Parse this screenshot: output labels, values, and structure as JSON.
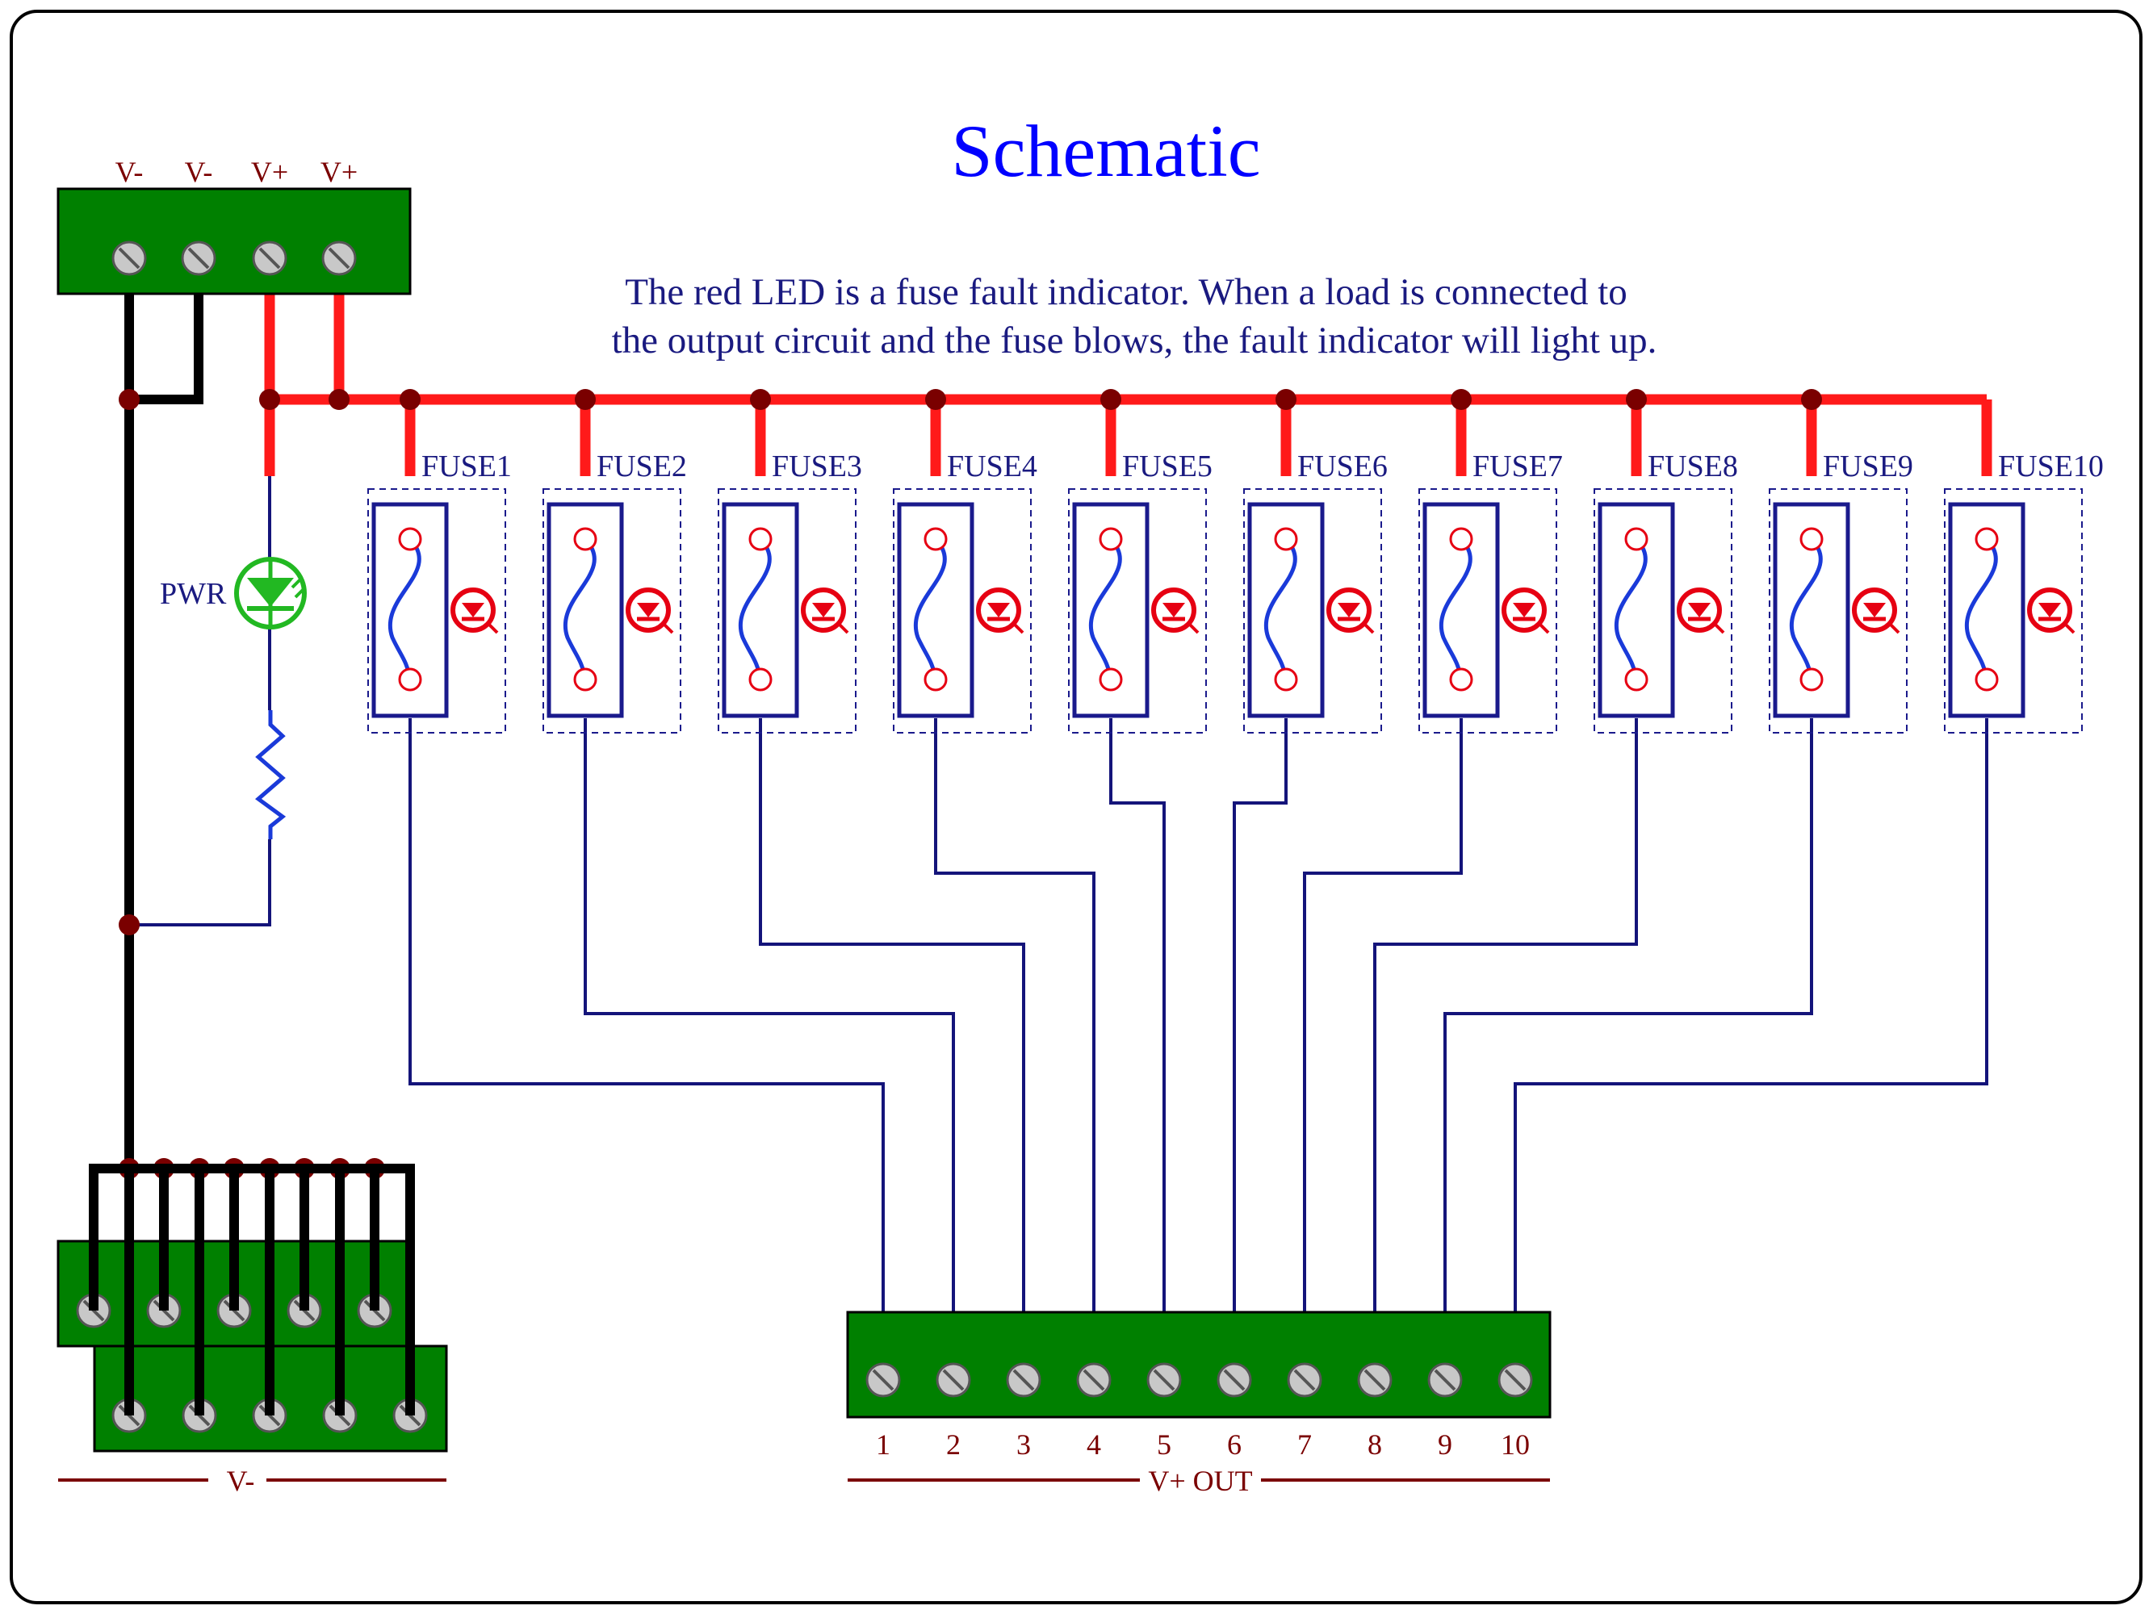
{
  "title": "Schematic",
  "description": [
    "The red LED is a fuse fault indicator. When a load is connected to",
    "the output circuit and the fuse blows, the fault indicator will light up."
  ],
  "input_terminal_labels": [
    "V-",
    "V-",
    "V+",
    "V+"
  ],
  "power_led_label": "PWR",
  "fuse_labels": [
    "FUSE1",
    "FUSE2",
    "FUSE3",
    "FUSE4",
    "FUSE5",
    "FUSE6",
    "FUSE7",
    "FUSE8",
    "FUSE9",
    "FUSE10"
  ],
  "output_terminal_numbers": [
    "1",
    "2",
    "3",
    "4",
    "5",
    "6",
    "7",
    "8",
    "9",
    "10"
  ],
  "output_group_label": "V+ OUT",
  "negative_group_label": "V-",
  "colors": {
    "frame": "#000000",
    "title": "#0000ff",
    "text": "#1a1a80",
    "terminal_label": "#7a0000",
    "terminal_block": "#008000",
    "positive_bus": "#ff1a1a",
    "negative_bus": "#000000",
    "signal_wire": "#14147a",
    "junction": "#7a0000",
    "fuse_box": "#1a1a8c",
    "fuse_wire": "#1a3ad9",
    "fault_led": "#e60012",
    "power_led": "#22b822",
    "screw_fill": "#c8c8c8"
  }
}
